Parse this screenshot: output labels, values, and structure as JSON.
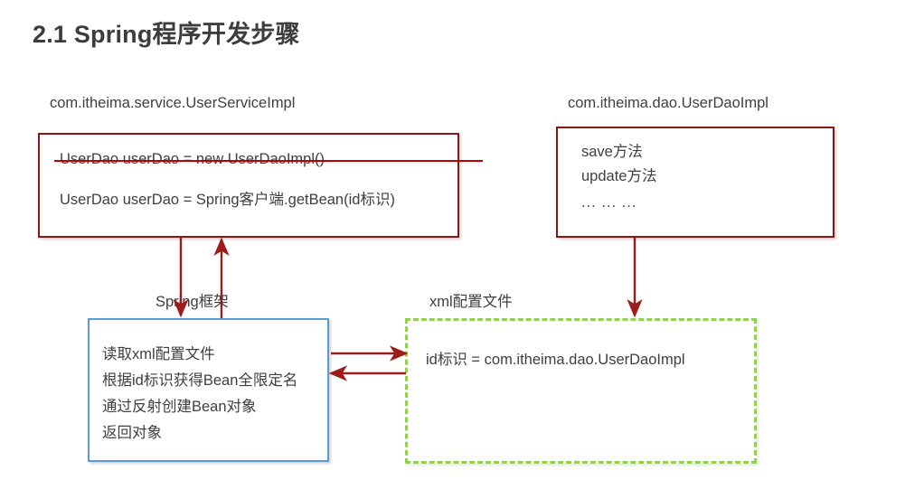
{
  "title": "2.1 Spring程序开发步骤",
  "captions": {
    "service_class": "com.itheima.service.UserServiceImpl",
    "dao_class": "com.itheima.dao.UserDaoImpl",
    "spring_framework": "Spring框架",
    "xml_config": "xml配置文件"
  },
  "service_box": {
    "line_struck": "UserDao userDao = new UserDaoImpl()",
    "line_new": "UserDao userDao = Spring客户端.getBean(id标识)"
  },
  "dao_box": {
    "lines": [
      "save方法",
      "update方法",
      "... ... ..."
    ]
  },
  "spring_box": {
    "lines": [
      "读取xml配置文件",
      "根据id标识获得Bean全限定名",
      "通过反射创建Bean对象",
      "返回对象"
    ]
  },
  "xml_box": {
    "line": "id标识 = com.itheima.dao.UserDaoImpl"
  },
  "colors": {
    "red_border": "#8a1616",
    "blue_border": "#5b9bd5",
    "green_border": "#92d050",
    "arrow": "#9c1b1b",
    "strike": "#c00000",
    "text": "#3f3f3f",
    "title": "#3d3d3d"
  }
}
